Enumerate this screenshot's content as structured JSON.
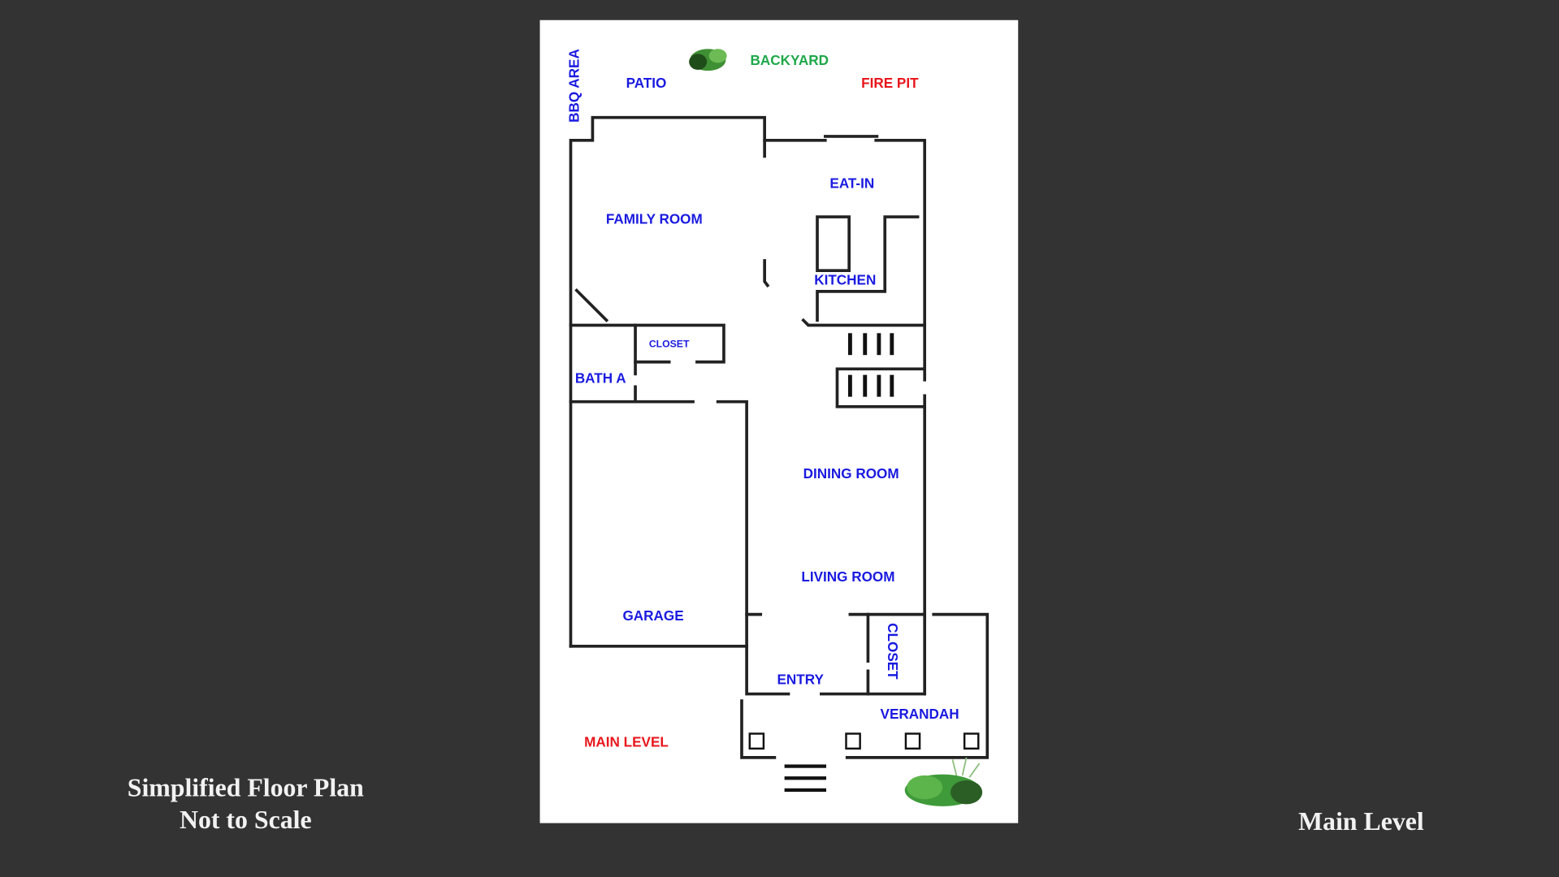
{
  "caption": {
    "line1": "Simplified Floor Plan",
    "line2": "Not to Scale"
  },
  "level_title": "Main Level",
  "plan": {
    "outdoor": {
      "bbq": "BBQ AREA",
      "patio": "PATIO",
      "backyard": "BACKYARD",
      "fire_pit": "FIRE PIT"
    },
    "rooms": {
      "eat_in": "EAT-IN",
      "family_room": "FAMILY ROOM",
      "kitchen": "KITCHEN",
      "closet_upper": "CLOSET",
      "bath_a": "BATH A",
      "dining_room": "DINING ROOM",
      "living_room": "LIVING ROOM",
      "garage": "GARAGE",
      "closet_entry": "CLOSET",
      "entry": "ENTRY",
      "verandah": "VERANDAH"
    },
    "level_label": "MAIN LEVEL"
  },
  "colors": {
    "room_label": "#1a1ae0",
    "accent_red": "#e8161c",
    "backyard_green": "#1fa84a",
    "background": "#333333"
  }
}
